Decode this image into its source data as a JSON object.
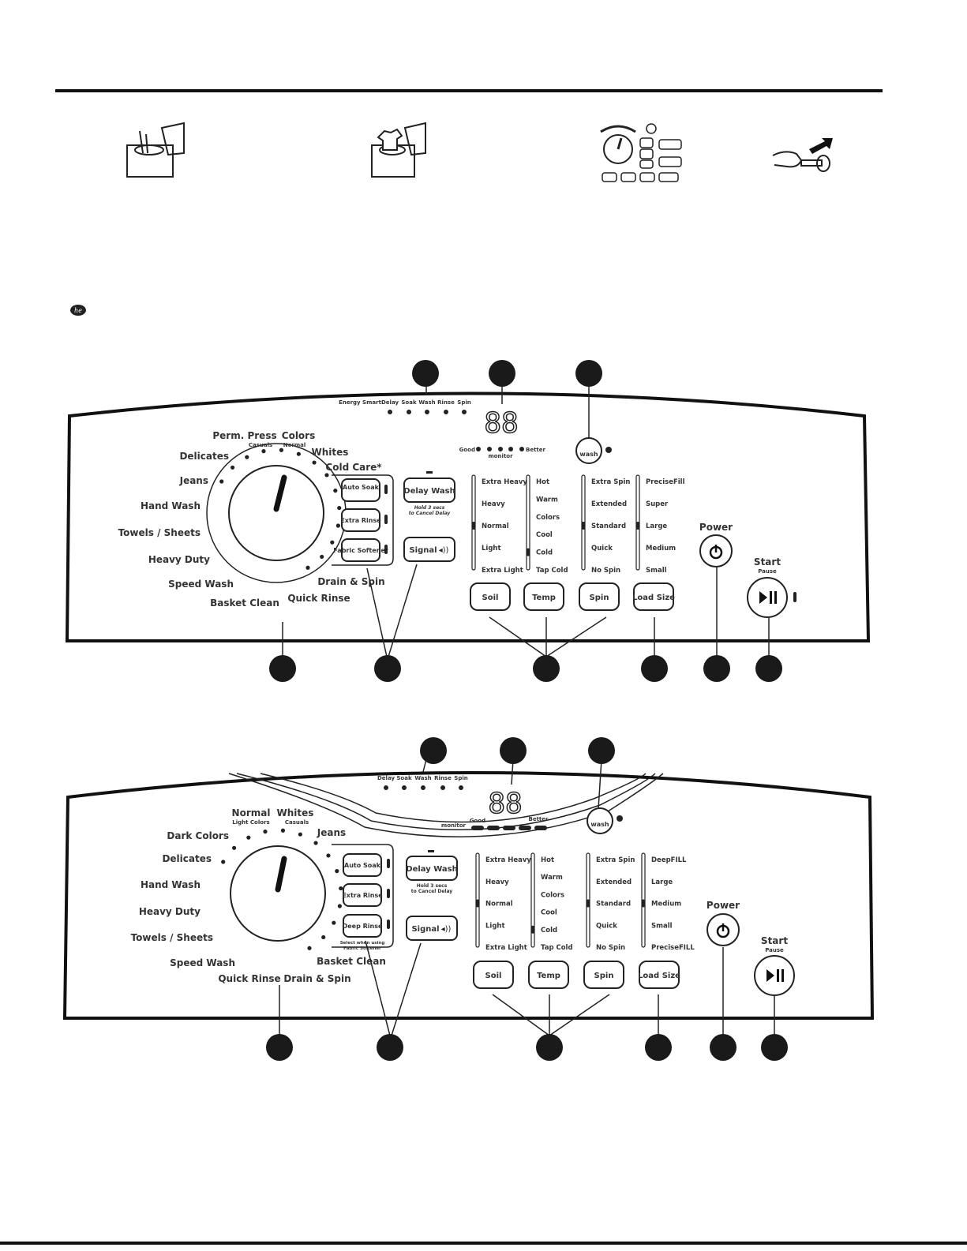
{
  "panel1": {
    "status": [
      "Energy Smart",
      "Delay",
      "Soak",
      "Wash",
      "Rinse",
      "Spin"
    ],
    "display": "88",
    "monitor": {
      "good": "Good",
      "label": "monitor",
      "better": "Better"
    },
    "wash_button": "wash",
    "cycles": [
      "Perm. Press",
      "Casuals",
      "Colors",
      "Normal",
      "Whites",
      "Cold Care*",
      "Delicates",
      "Jeans",
      "Hand Wash",
      "Towels / Sheets",
      "Heavy Duty",
      "Speed Wash",
      "Basket Clean",
      "Quick Rinse",
      "Drain & Spin"
    ],
    "options": [
      "Auto Soak",
      "Extra Rinse",
      "Fabric Softener"
    ],
    "delay": {
      "label": "Delay Wash",
      "hint1": "Hold 3 secs",
      "hint2": "to Cancel Delay"
    },
    "signal": "Signal",
    "soil": {
      "label": "Soil",
      "levels": [
        "Extra Heavy",
        "Heavy",
        "Normal",
        "Light",
        "Extra Light"
      ]
    },
    "temp": {
      "label": "Temp",
      "levels": [
        "Hot",
        "Warm",
        "Colors",
        "Cool",
        "Cold",
        "Tap Cold"
      ]
    },
    "spin": {
      "label": "Spin",
      "levels": [
        "Extra Spin",
        "Extended",
        "Standard",
        "Quick",
        "No Spin"
      ]
    },
    "load": {
      "label": "Load Size",
      "levels": [
        "PreciseFill",
        "Super",
        "Large",
        "Medium",
        "Small"
      ]
    },
    "power": "Power",
    "start": {
      "label": "Start",
      "sub": "Pause"
    }
  },
  "panel2": {
    "status": [
      "Delay",
      "Soak",
      "Wash",
      "Rinse",
      "Spin"
    ],
    "display": "88",
    "monitor": {
      "good": "Good",
      "label": "monitor",
      "better": "Better"
    },
    "wash_button": "wash",
    "cycles": [
      "Normal",
      "Light Colors",
      "Whites",
      "Casuals",
      "Jeans",
      "Dark Colors",
      "Delicates",
      "Hand Wash",
      "Heavy Duty",
      "Towels / Sheets",
      "Speed Wash",
      "Basket Clean",
      "Quick Rinse",
      "Drain & Spin"
    ],
    "options": [
      "Auto Soak",
      "Extra Rinse",
      "Deep Rinse"
    ],
    "deep_note": [
      "Select when using",
      "Fabric Softener"
    ],
    "delay": {
      "label": "Delay Wash",
      "hint1": "Hold 3 secs",
      "hint2": "to Cancel Delay"
    },
    "signal": "Signal",
    "soil": {
      "label": "Soil",
      "levels": [
        "Extra Heavy",
        "Heavy",
        "Normal",
        "Light",
        "Extra Light"
      ]
    },
    "temp": {
      "label": "Temp",
      "levels": [
        "Hot",
        "Warm",
        "Colors",
        "Cool",
        "Cold",
        "Tap Cold"
      ]
    },
    "spin": {
      "label": "Spin",
      "levels": [
        "Extra Spin",
        "Extended",
        "Standard",
        "Quick",
        "No Spin"
      ]
    },
    "load": {
      "label": "Load Size",
      "levels": [
        "DeepFILL",
        "Large",
        "Medium",
        "Small",
        "PreciseFILL"
      ]
    },
    "power": "Power",
    "start": {
      "label": "Start",
      "sub": "Pause"
    }
  }
}
